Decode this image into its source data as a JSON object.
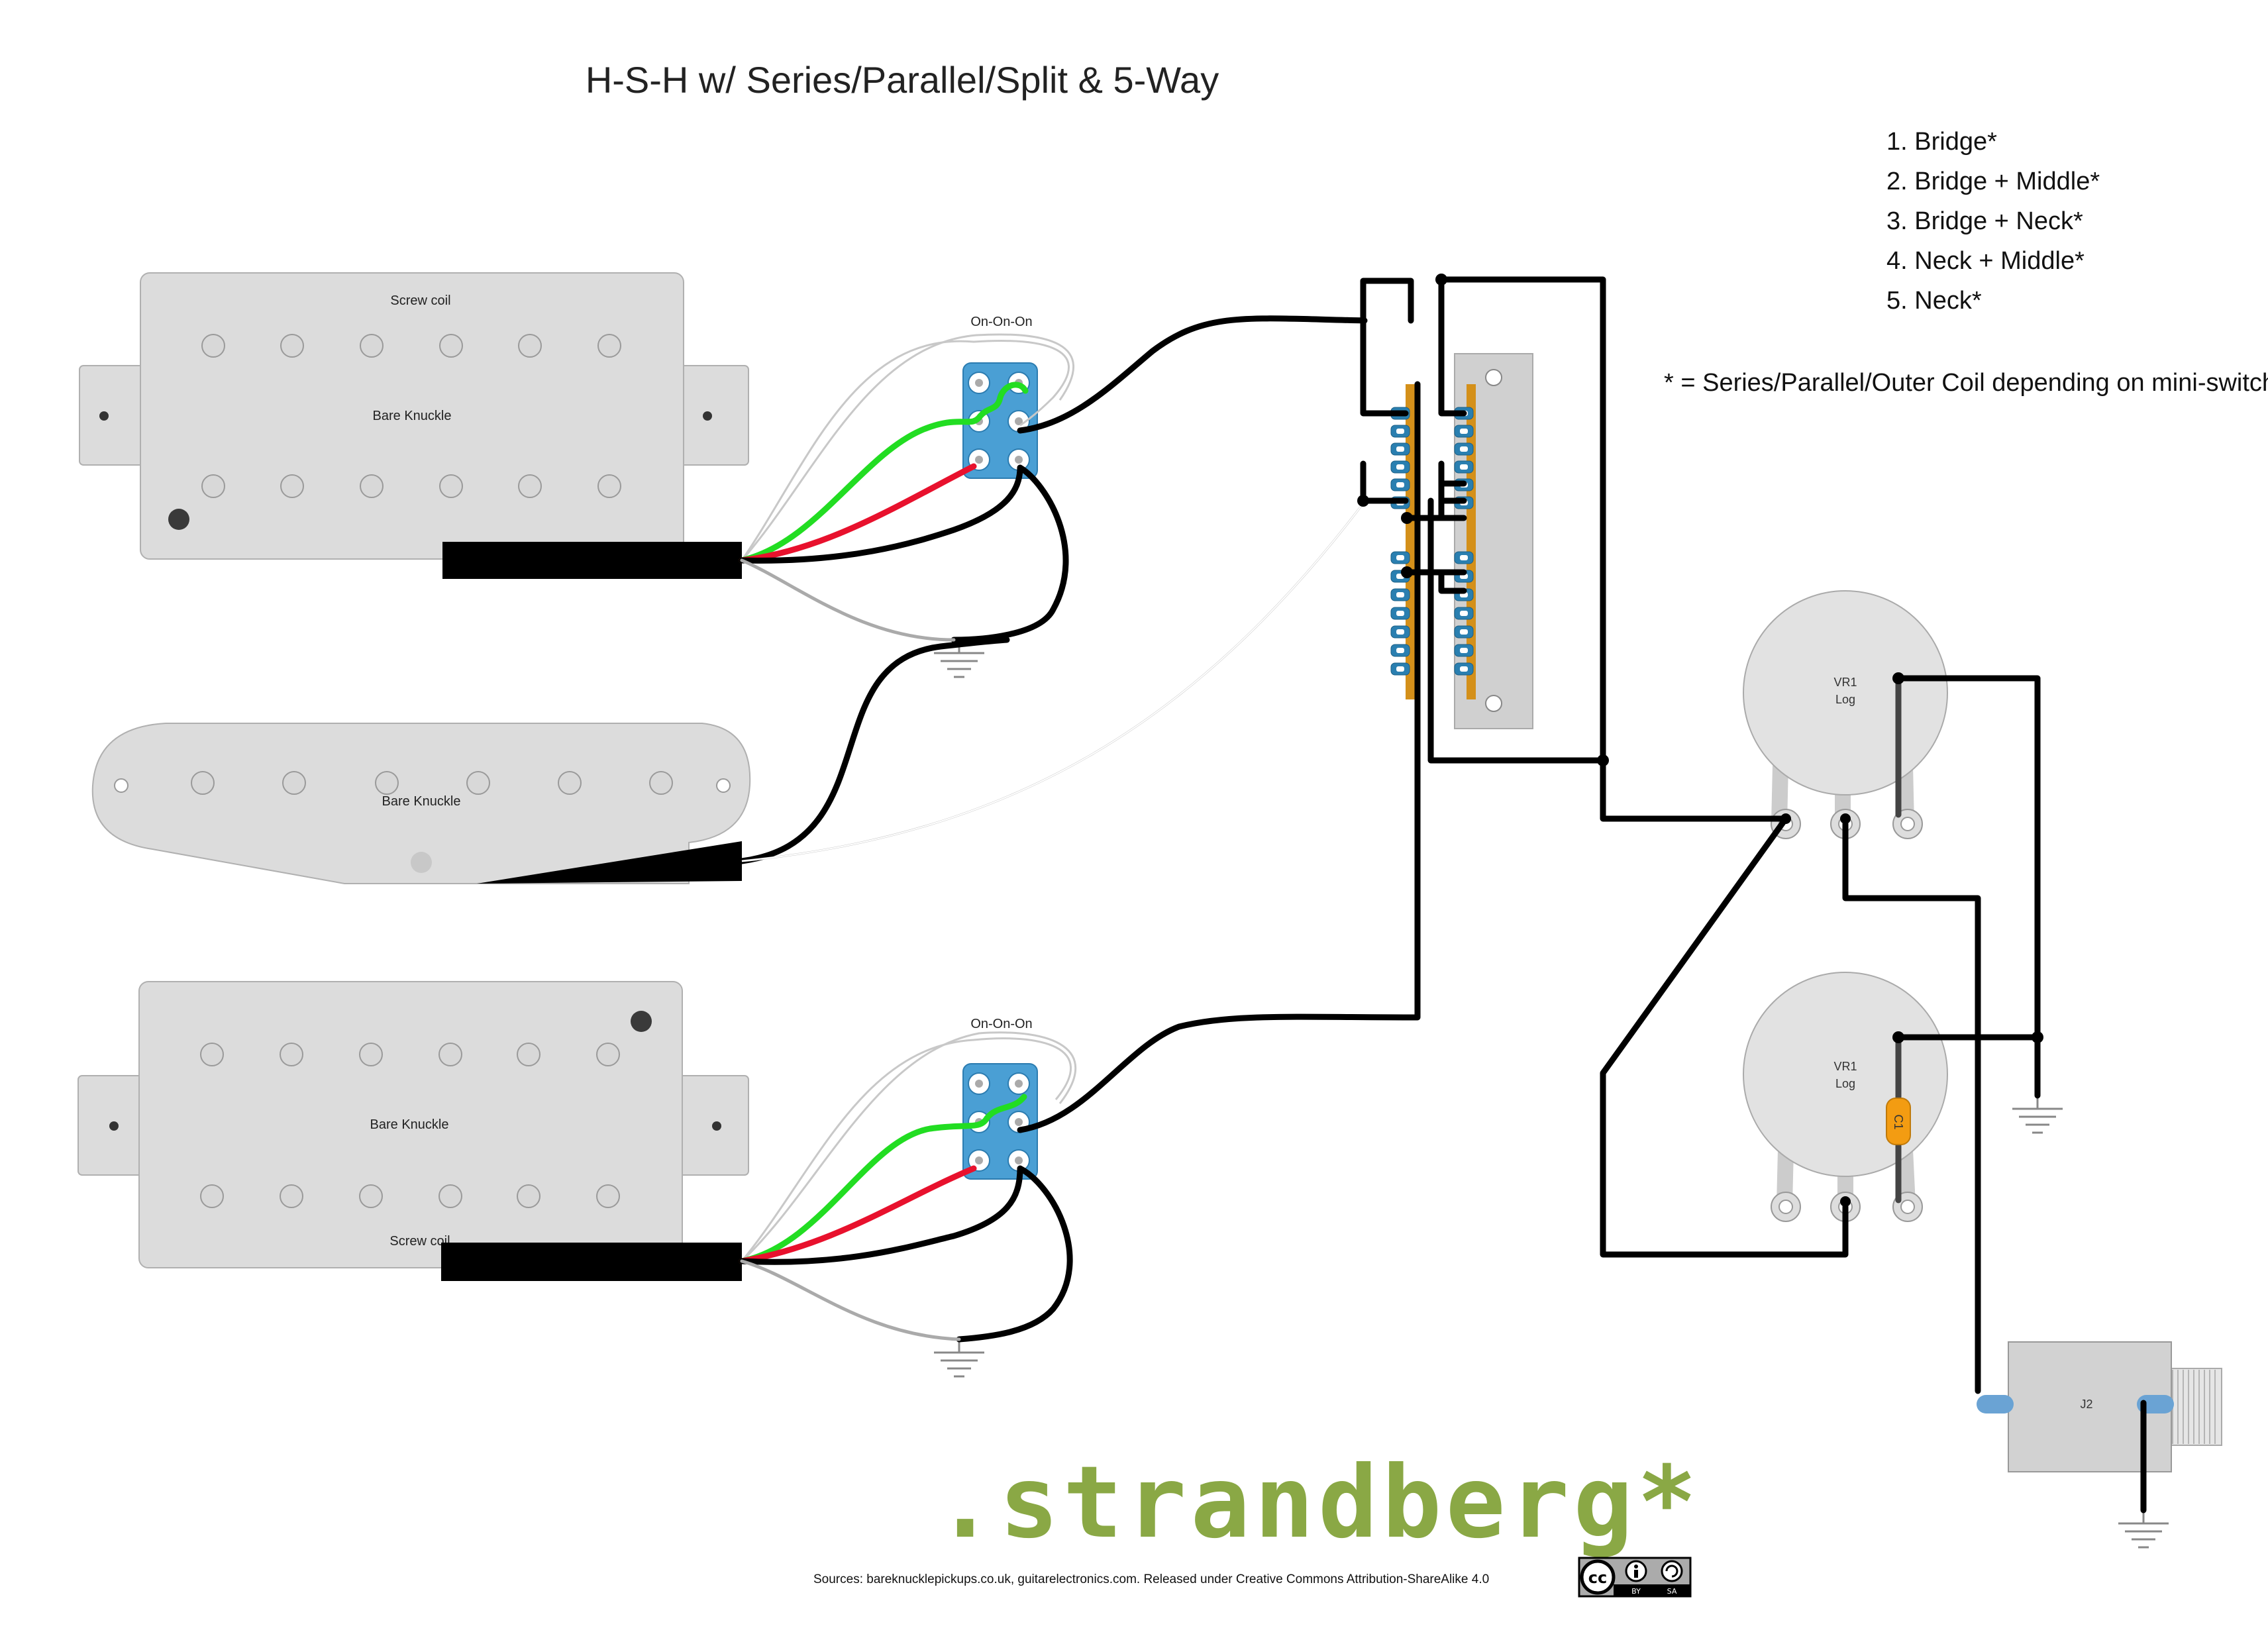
{
  "title": "H-S-H w/ Series/Parallel/Split & 5-Way",
  "legend": {
    "positions": [
      "1. Bridge*",
      "2. Bridge + Middle*",
      "3. Bridge + Neck*",
      "4. Neck + Middle*",
      "5. Neck*"
    ],
    "note": "* = Series/Parallel/Outer Coil depending on mini-switch"
  },
  "pickups": {
    "neck": {
      "brand": "Bare Knuckle",
      "coil_label": "Screw coil"
    },
    "middle": {
      "brand": "Bare Knuckle"
    },
    "bridge": {
      "brand": "Bare Knuckle",
      "coil_label": "Screw coil"
    }
  },
  "mini_switches": [
    {
      "label": "On-On-On"
    },
    {
      "label": "On-On-On"
    }
  ],
  "pots": [
    {
      "ref": "VR1",
      "taper": "Log"
    },
    {
      "ref": "VR1",
      "taper": "Log"
    }
  ],
  "capacitor": {
    "ref": "C1"
  },
  "jack": {
    "ref": "J2"
  },
  "brand": ".strandberg*",
  "sources": "Sources: bareknucklepickups.co.uk, guitarelectronics.com. Released under Creative Commons Attribution-ShareAlike 4.0",
  "license": {
    "cc": "cc",
    "by": "BY",
    "sa": "SA"
  },
  "colors": {
    "wire_hot": "#000000",
    "wire_green": "#22dd22",
    "wire_red": "#e8112d",
    "wire_white": "#ffffff",
    "wire_bare": "#aaaaaa",
    "switch_body": "#4a9fd4",
    "brand": "#8aa845",
    "capacitor": "#f39c12",
    "selector_strip": "#d4901a"
  }
}
